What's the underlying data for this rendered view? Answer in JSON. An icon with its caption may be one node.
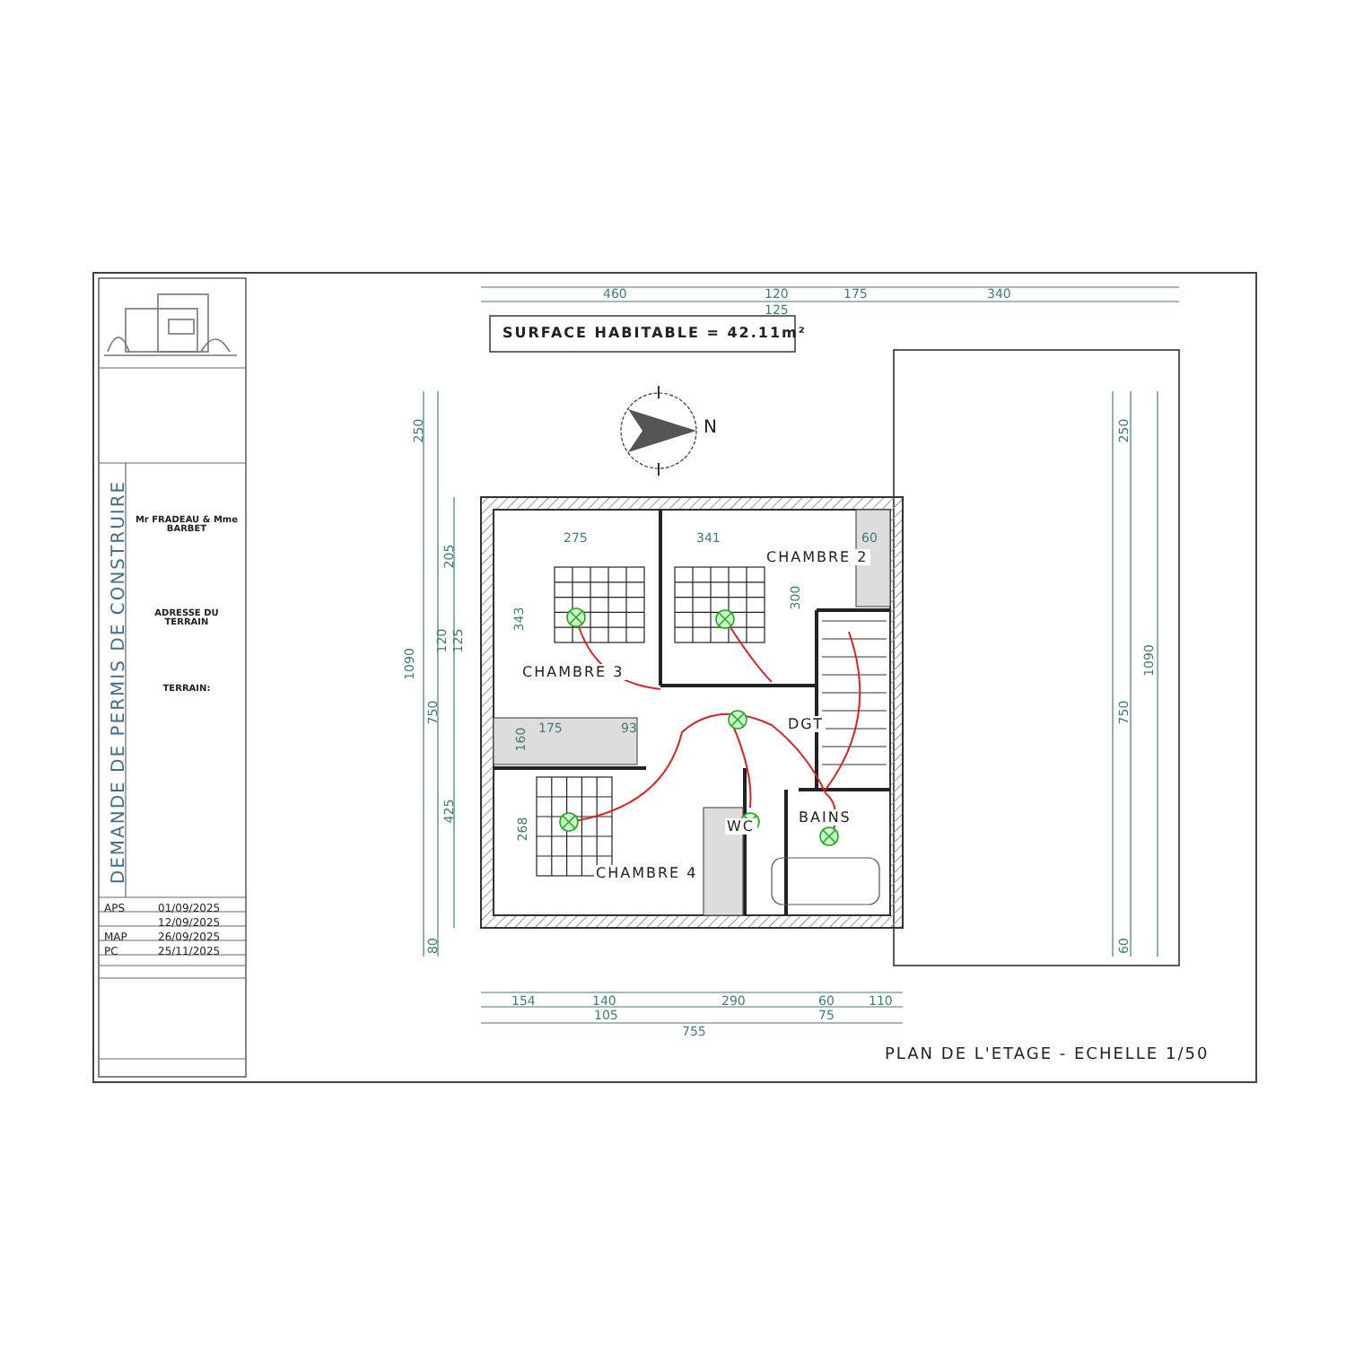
{
  "diagram": {
    "title": "PLAN DE L'ETAGE - ECHELLE 1/50",
    "nodes": [
      {
        "text": [
          "CHAMBRE 3"
        ]
      },
      {
        "text": [
          "CHAMBRE 2"
        ]
      },
      {
        "text": [
          "DGT"
        ]
      },
      {
        "text": [
          "WC"
        ]
      },
      {
        "text": [
          "BAINS"
        ]
      },
      {
        "text": [
          "CHAMBRE 4"
        ]
      }
    ],
    "labels": [
      "SURFACE HABITABLE = 42.11m²",
      "N",
      "DEMANDE DE PERMIS DE CONSTRUIRE",
      "Mr FRADEAU & Mme BARBET",
      "ADRESSE DU TERRAIN",
      "TERRAIN:",
      "APS",
      "01/09/2025",
      "12/09/2025",
      "MAP",
      "26/09/2025",
      "PC",
      "25/11/2025",
      "460",
      "120",
      "125",
      "175",
      "340",
      "250",
      "1090",
      "750",
      "80",
      "205",
      "120",
      "125",
      "425",
      "250",
      "1090",
      "750",
      "60",
      "154",
      "140",
      "290",
      "60",
      "110",
      "105",
      "75",
      "755",
      "275",
      "341",
      "60",
      "343",
      "300",
      "175",
      "160",
      "93",
      "268"
    ]
  }
}
